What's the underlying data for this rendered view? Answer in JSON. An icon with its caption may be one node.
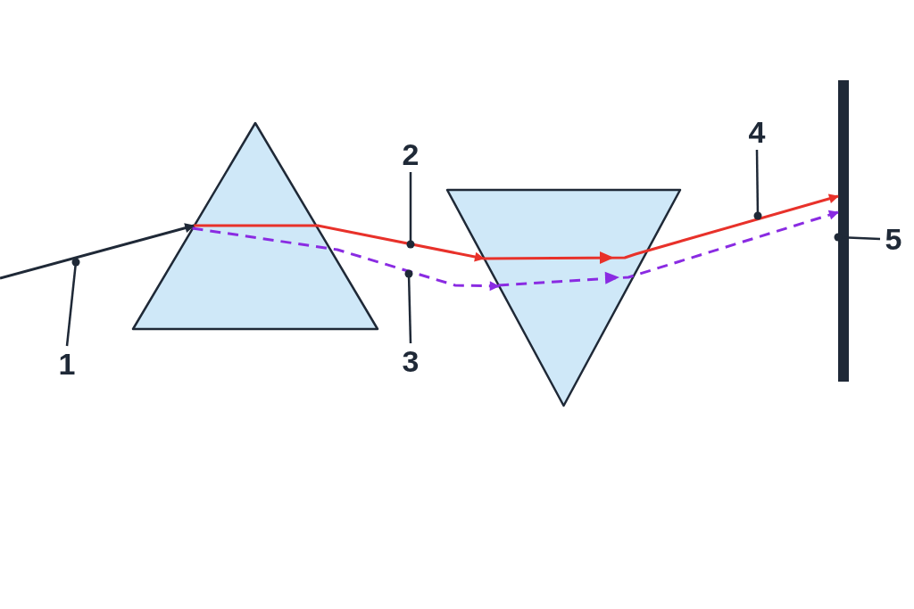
{
  "diagram": {
    "nodes": [
      {
        "text": [],
        "shape": "triangle"
      },
      {
        "text": [],
        "shape": "triangle"
      },
      {
        "text": [],
        "shape": "bar"
      },
      {
        "text": [
          "1"
        ]
      },
      {
        "text": [
          "2"
        ]
      },
      {
        "text": [
          "3"
        ]
      },
      {
        "text": [
          "4"
        ]
      },
      {
        "text": [
          "5"
        ]
      }
    ],
    "edges": [
      {
        "from": null,
        "to": 0,
        "arrow": "to"
      },
      {
        "from": 0,
        "to": 1,
        "arrow": "to",
        "color": "#e8312a"
      },
      {
        "from": 0,
        "to": 1,
        "arrow": "to",
        "style": "dashed",
        "color": "#8a2be2"
      },
      {
        "from": 1,
        "to": 2,
        "arrow": "to",
        "color": "#e8312a"
      },
      {
        "from": 1,
        "to": 2,
        "arrow": "to",
        "style": "dashed",
        "color": "#8a2be2"
      },
      {
        "from": 3,
        "to": null,
        "arrow": "other"
      },
      {
        "from": 4,
        "to": null,
        "arrow": "other"
      },
      {
        "from": 5,
        "to": null,
        "arrow": "other"
      },
      {
        "from": 6,
        "to": null,
        "arrow": "other"
      },
      {
        "from": 7,
        "to": 2,
        "arrow": "other"
      }
    ]
  }
}
